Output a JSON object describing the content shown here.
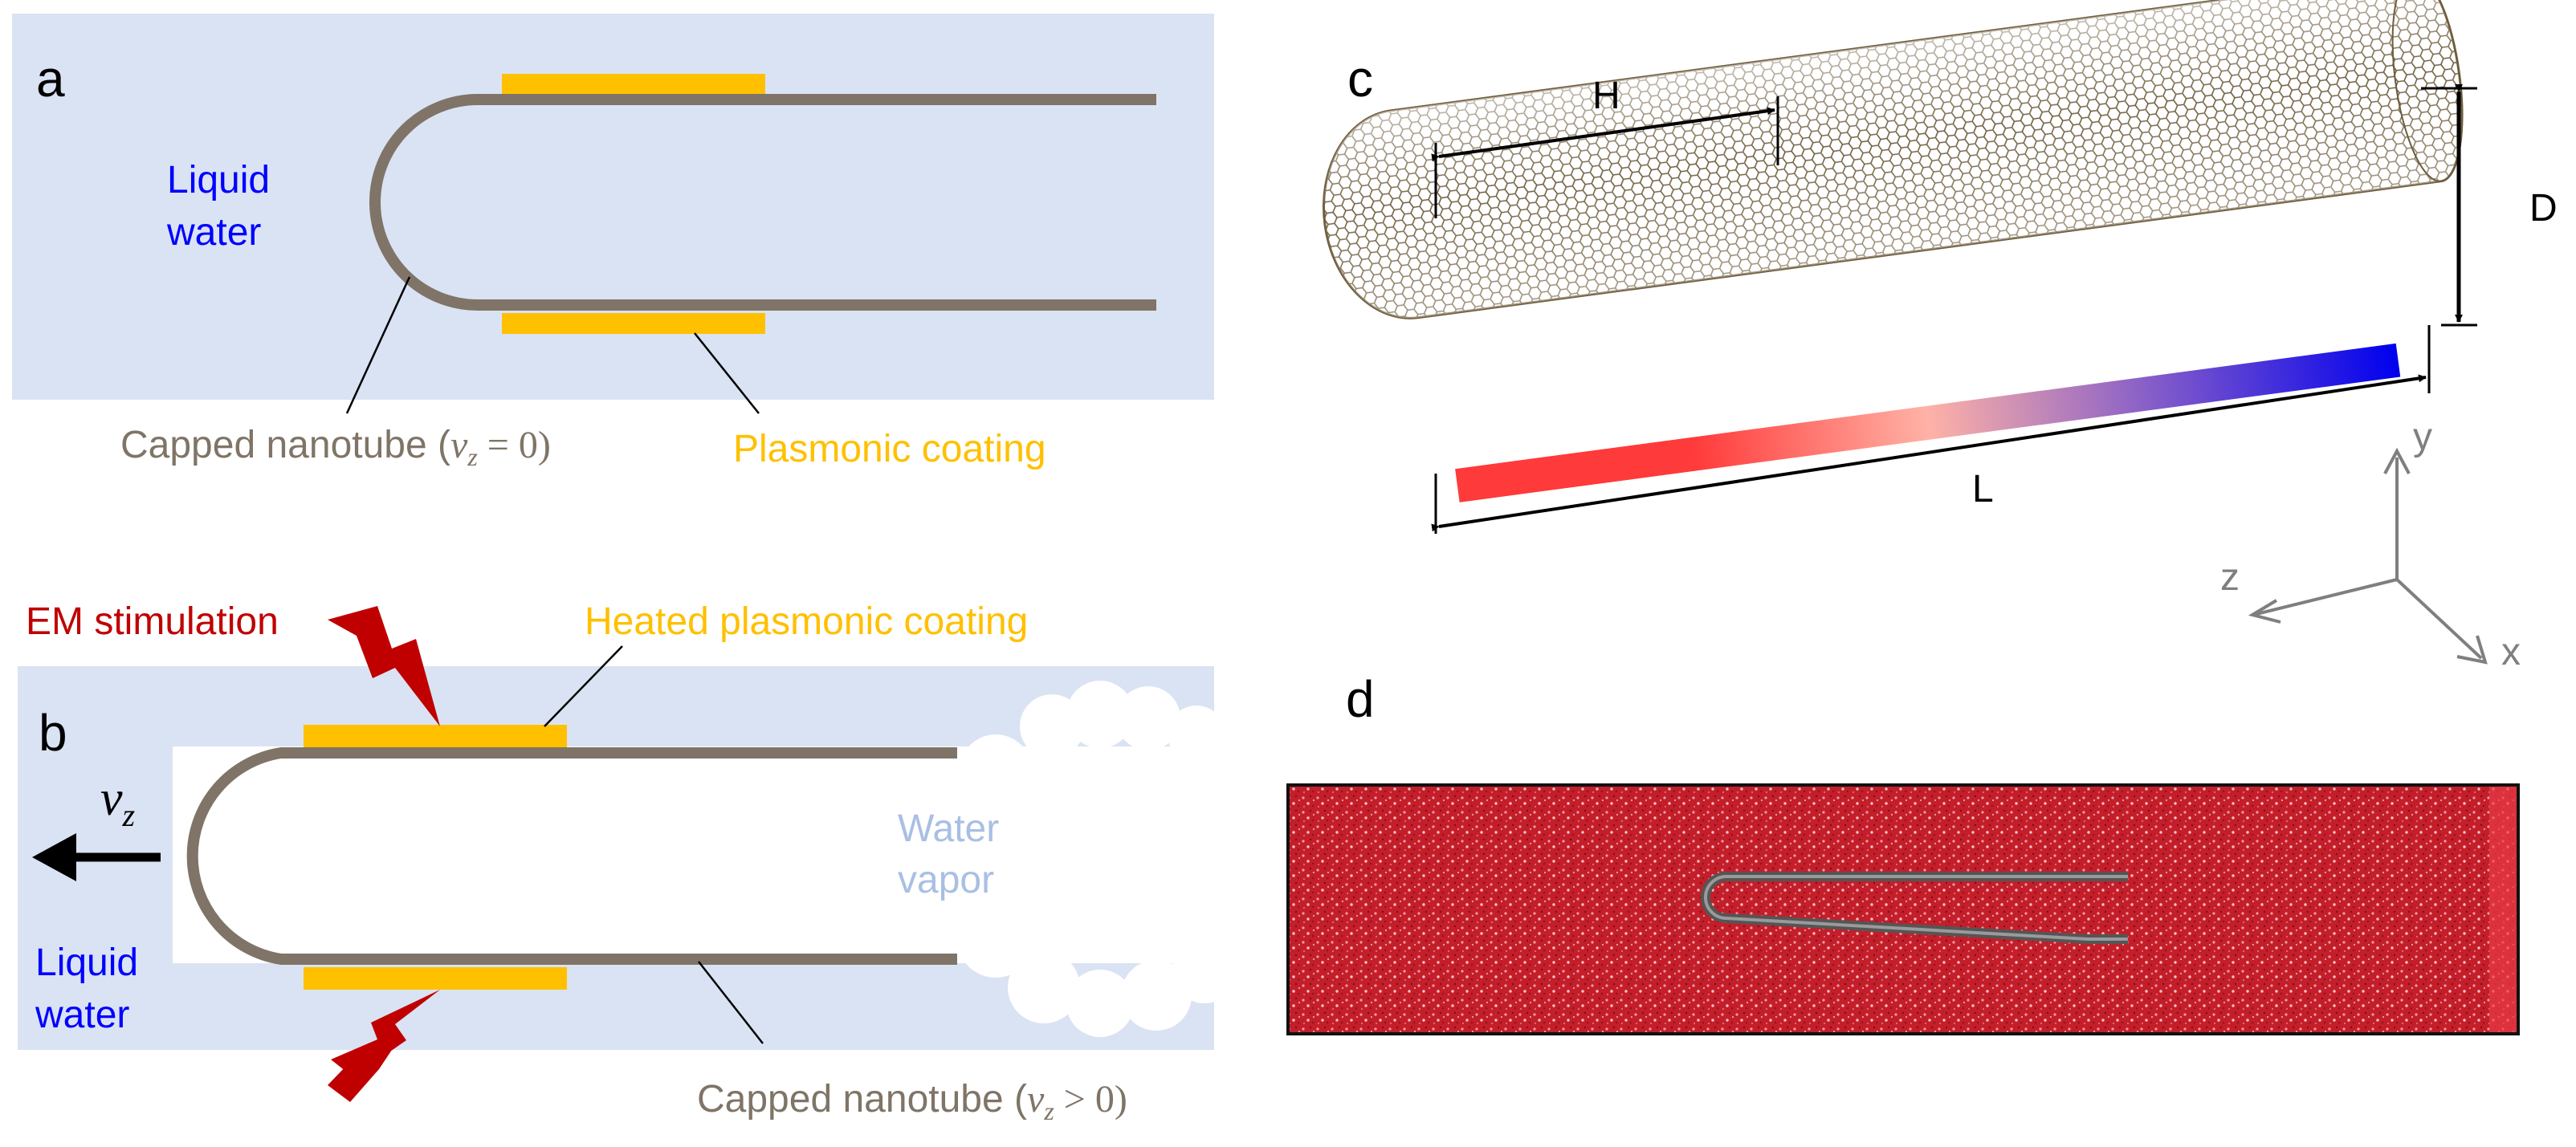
{
  "colors": {
    "water_bg": "#dae3f3",
    "tube": "#7f7467",
    "coating": "#ffc000",
    "liquid_text": "#0000ff",
    "coating_text": "#ffc000",
    "tube_text": "#7f7467",
    "em_text": "#c00000",
    "vapor_text": "#a9bfe3",
    "lightning": "#c00000",
    "md_box": "#c8202c",
    "axes": "#7f7f7f",
    "gradient_start": "#ff3a3a",
    "gradient_mid": "#ffb2a6",
    "gradient_end": "#0000ee"
  },
  "panel_a": {
    "letter": "a",
    "liquid_water": [
      "Liquid",
      "water"
    ],
    "tube_label": "Capped nanotube (",
    "tube_var": "v",
    "tube_sub": "z",
    "tube_cond": " = 0)",
    "coating_label": "Plasmonic coating"
  },
  "panel_b": {
    "letter": "b",
    "em_label": "EM stimulation",
    "heated_label": "Heated plasmonic coating",
    "velocity_var": "v",
    "velocity_sub": "z",
    "vapor": [
      "Water",
      "vapor"
    ],
    "liquid_water": [
      "Liquid",
      "water"
    ],
    "tube_label": "Capped nanotube (",
    "tube_var": "v",
    "tube_sub": "z",
    "tube_cond": " > 0)"
  },
  "panel_c": {
    "letter": "c",
    "dim_H": "H",
    "dim_D": "D",
    "dim_L": "L",
    "axis_x": "x",
    "axis_y": "y",
    "axis_z": "z",
    "icons": [
      "carbon-nanotube-icon",
      "temperature-gradient-bar",
      "axes-triad-icon"
    ]
  },
  "panel_d": {
    "letter": "d",
    "icons": [
      "water-box-icon",
      "nanotube-in-water-icon"
    ]
  }
}
